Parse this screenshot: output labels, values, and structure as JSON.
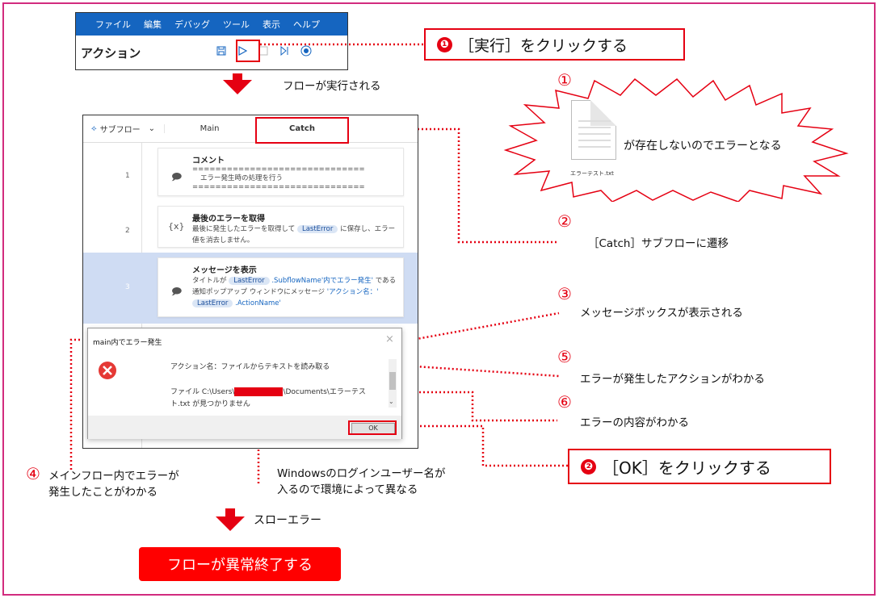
{
  "pad": {
    "menu": [
      "ファイル",
      "編集",
      "デバッグ",
      "ツール",
      "表示",
      "ヘルプ"
    ],
    "title": "アクション"
  },
  "callout1": {
    "num": "❶",
    "text": "［実行］をクリックする"
  },
  "callout2": {
    "num": "❷",
    "text": "［OK］をクリックする"
  },
  "flow_runs": "フローが実行される",
  "subflow": {
    "dropdown": "サブフロー",
    "tab_main": "Main",
    "tab_catch": "Catch",
    "rows": [
      {
        "num": "1",
        "title": "コメント",
        "line1": "==============================",
        "line2": "エラー発生時の処理を行う",
        "line3": "=============================="
      },
      {
        "num": "2",
        "title": "最後のエラーを取得",
        "pre": "最後に発生したエラーを取得して",
        "pill": "LastError",
        "post": "に保存し、エラー",
        "line2": "値を消去しません。"
      },
      {
        "num": "3",
        "title": "メッセージを表示",
        "a1": "タイトルが",
        "pill1": "LastError",
        "a2": ".SubflowName'内でエラー発生'",
        "a3": "である",
        "b1": "通知ポップアップ ウィンドウにメッセージ",
        "b2": "'アクション名：'",
        "pill2": "LastError",
        "c1": ".ActionName'"
      }
    ]
  },
  "dialog": {
    "title": "main内でエラー発生",
    "close": "×",
    "line1": "アクション名：ファイルからテキストを読み取る",
    "line2a": "ファイル C:\\Users\\",
    "line2b": "\\Documents\\エラーテス",
    "line3": "ト.txt が見つかりません",
    "ok": "OK"
  },
  "notes": {
    "n1_num": "①",
    "n1_text": "が存在しないのでエラーとなる",
    "file_label": "エラーテスト.txt",
    "n2_num": "②",
    "n2_text": "［Catch］サブフローに遷移",
    "n3_num": "③",
    "n3_text": "メッセージボックスが表示される",
    "n4_num": "④",
    "n4_text1": "メインフロー内でエラーが",
    "n4_text2": "発生したことがわかる",
    "n5_num": "⑤",
    "n5_text": "エラーが発生したアクションがわかる",
    "n6_num": "⑥",
    "n6_text": "エラーの内容がわかる",
    "user_note1": "Windowsのログインユーザー名が",
    "user_note2": "入るので環境によって異なる"
  },
  "throw_error": "スローエラー",
  "final": "フローが異常終了する",
  "colors": {
    "accent": "#e50012",
    "frame": "#d22c7e",
    "pad_blue": "#1565c0"
  }
}
